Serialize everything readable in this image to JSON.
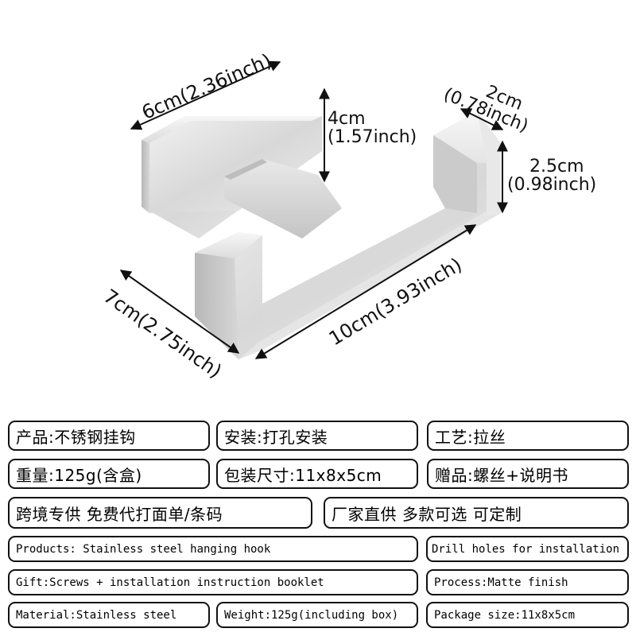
{
  "product": {
    "name": "Stainless steel hanging hook",
    "illustration": "brushed-steel-square-wall-hook",
    "colors": {
      "steel_light": "#eeeeee",
      "steel_mid": "#cfcfcf",
      "steel_dark": "#a9a9a9",
      "dimension_line": "#111111"
    }
  },
  "dimensions": {
    "base_width": {
      "cm": "6cm",
      "inch": "(2.36inch)",
      "text": "6cm(2.36inch)"
    },
    "base_height": {
      "cm": "4cm",
      "inch": "(1.57inch)"
    },
    "tip_depth": {
      "cm": "2cm",
      "inch": "(0.78inch)"
    },
    "tip_height": {
      "cm": "2.5cm",
      "inch": "(0.98inch)"
    },
    "depth": {
      "text": "7cm(2.75inch)"
    },
    "length": {
      "text": "10cm(3.93inch)"
    }
  },
  "specs_cn": {
    "row1": [
      "产品:不锈钢挂钩",
      "安装:打孔安装",
      "工艺:拉丝"
    ],
    "row2": [
      "重量:125g(含盒)",
      "包装尺寸:11x8x5cm",
      "赠品:螺丝+说明书"
    ],
    "row3": [
      "跨境专供 免费代打面单/条码",
      "厂家直供 多款可选 可定制"
    ]
  },
  "specs_en": {
    "row1": [
      "Products: Stainless steel hanging hook",
      "Drill holes for installation"
    ],
    "row2": [
      "Gift:Screws + installation instruction booklet",
      "Process:Matte finish"
    ],
    "row3": [
      "Material:Stainless steel",
      "Weight:125g(including box)",
      "Package size:11x8x5cm"
    ]
  }
}
